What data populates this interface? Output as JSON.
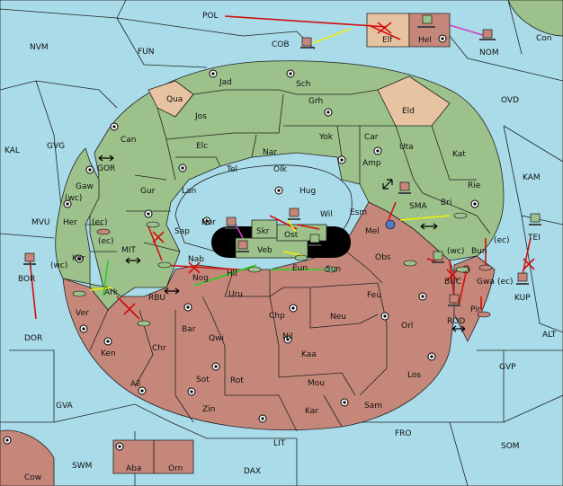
{
  "colors": {
    "sea": "#a9dbe8",
    "power_green": "#9cc18b",
    "power_red": "#c5877a",
    "neutral": "#e7c3a1",
    "order_move_red": "#d01010",
    "order_support_yellow": "#f3f000",
    "order_support_green": "#29d020",
    "order_convoy_magenta": "#d040c0"
  },
  "labels": {
    "POL": "POL",
    "NVM": "NVM",
    "FUN": "FUN",
    "COB": "COB",
    "Elf": "Elf",
    "Hel": "Hel",
    "NOM": "NOM",
    "Con": "Con",
    "KAL": "KAL",
    "GVG": "GVG",
    "MVU": "MVU",
    "BOR": "BOR",
    "DOR": "DOR",
    "GVA": "GVA",
    "SWM": "SWM",
    "Cow": "Cow",
    "DAX": "DAX",
    "LIT": "LIT",
    "FRO": "FRO",
    "SOM": "SOM",
    "GVP": "GVP",
    "ALT": "ALT",
    "KAM": "KAM",
    "OVD": "OVD",
    "KUP": "KUP",
    "TEI": "TEI",
    "Jad": "Jad",
    "Sch": "Sch",
    "Qua": "Qua",
    "Jos": "Jos",
    "Grh": "Grh",
    "Eld": "Eld",
    "Can": "Can",
    "Elc": "Elc",
    "Yok": "Yok",
    "Car": "Car",
    "Uta": "Uta",
    "Kat": "Kat",
    "Tel": "Tel",
    "Nar": "Nar",
    "Olk": "Olk",
    "Amp": "Amp",
    "Rie": "Rie",
    "Gaw": "Gaw",
    "GOR": "GOR",
    "Gur": "Gur",
    "Lan": "Lan",
    "Hug": "Hug",
    "Bri": "Bri",
    "Her": "Her",
    "wc": "(wc)",
    "ec": "(ec)",
    "Nor": "Nor",
    "Wil": "Wil",
    "Esm": "Esm",
    "SMA": "SMA",
    "Sap": "Sap",
    "Skr": "Skr",
    "Ost": "Ost",
    "Mel": "Mel",
    "Kor": "Kor",
    "MIT": "MIT",
    "Veb": "Veb",
    "Obs": "Obs",
    "Bun": "Bun",
    "Nab": "Nab",
    "Eun": "Eun",
    "Sun": "Sun",
    "Gwa": "Gwa",
    "Ark": "Ark",
    "Nog": "Nog",
    "Hil": "Hil",
    "BUC": "BUC",
    "RBU": "RBU",
    "Uru": "Uru",
    "Feu": "Feu",
    "Pir": "Pir",
    "Ver": "Ver",
    "Chp": "Chp",
    "Neu": "Neu",
    "ROD": "ROD",
    "Bar": "Bar",
    "Qwi": "Qwi",
    "Nil": "Nil",
    "Orl": "Orl",
    "Ken": "Ken",
    "Chr": "Chr",
    "Kaa": "Kaa",
    "Ail": "Ail",
    "Sot": "Sot",
    "Rot": "Rot",
    "Mou": "Mou",
    "Los": "Los",
    "Zin": "Zin",
    "Kar": "Kar",
    "Sam": "Sam",
    "Aba": "Aba",
    "Orn": "Orn"
  }
}
